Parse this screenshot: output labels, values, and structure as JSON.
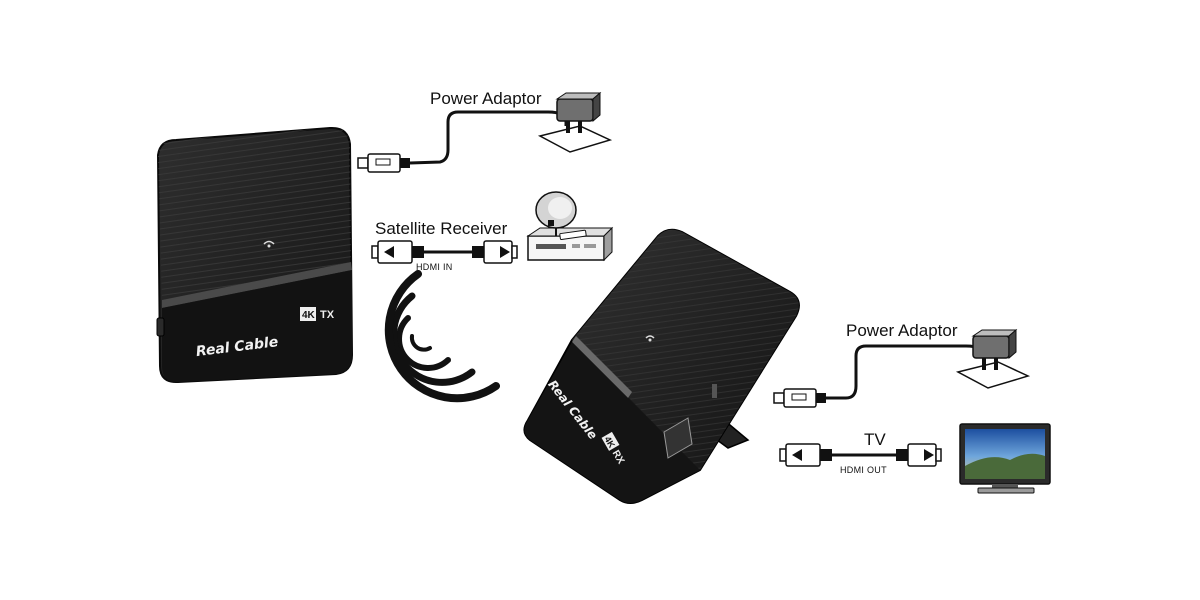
{
  "labels": {
    "power_adaptor_tx": "Power Adaptor",
    "satellite_receiver": "Satellite Receiver",
    "hdmi_in": "HDMI IN",
    "power_adaptor_rx": "Power Adaptor",
    "tv": "TV",
    "hdmi_out": "HDMI OUT"
  },
  "transmitter": {
    "brand": "Real Cable",
    "badge_4k": "4K",
    "badge_mode": "TX"
  },
  "receiver": {
    "brand": "Real Cable",
    "badge_4k": "4K",
    "badge_mode": "RX"
  },
  "icons": [
    "wifi-icon",
    "usb-plug-icon",
    "hdmi-plug-icon",
    "power-adaptor-icon",
    "satellite-dish-icon",
    "tv-icon",
    "wireless-signal-icon"
  ],
  "colors": {
    "device_body": "#1c1c1c",
    "cable": "#111111",
    "screen_sky": "#2f6fb8"
  }
}
